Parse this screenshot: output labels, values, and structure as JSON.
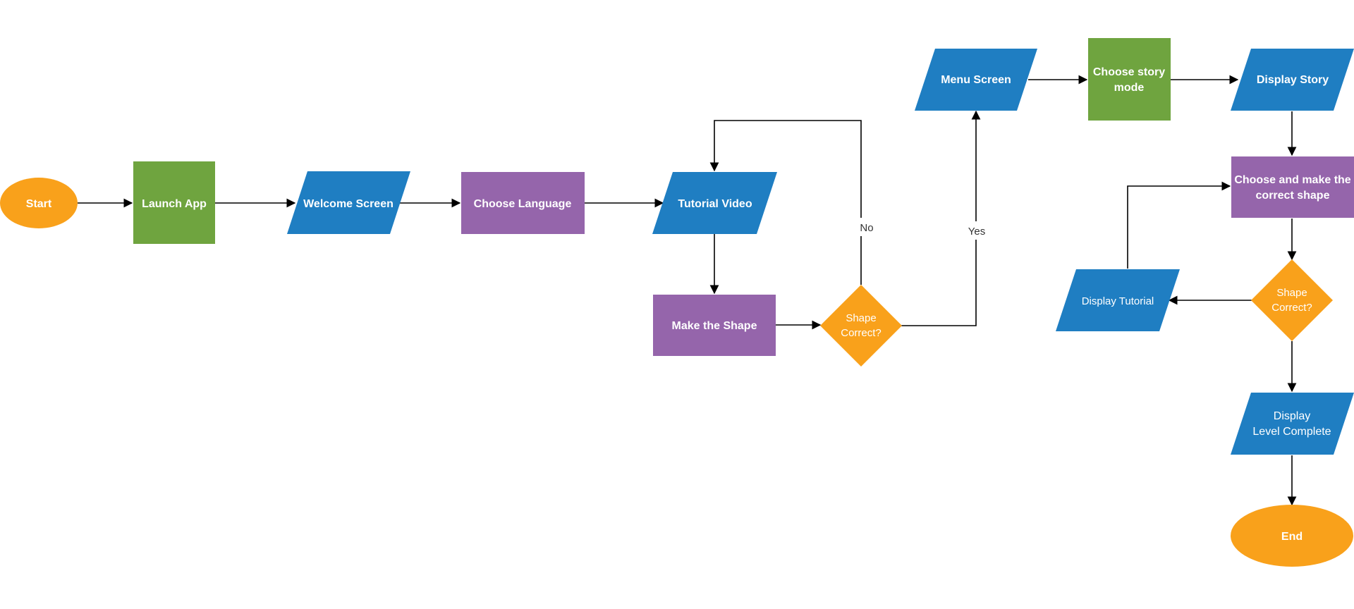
{
  "colors": {
    "terminal": "#f9a11b",
    "process": "#6fa43f",
    "io": "#1f7ec2",
    "action": "#9565ab",
    "decision": "#f9a11b",
    "line": "#000000"
  },
  "nodes": {
    "start": {
      "label": "Start",
      "shape": "ellipse",
      "color": "terminal"
    },
    "launch_app": {
      "label": "Launch App",
      "shape": "rectangle",
      "color": "process"
    },
    "welcome_screen": {
      "label": "Welcome Screen",
      "shape": "parallelogram",
      "color": "io"
    },
    "choose_language": {
      "label": "Choose Language",
      "shape": "rectangle",
      "color": "action"
    },
    "tutorial_video": {
      "label": "Tutorial Video",
      "shape": "parallelogram",
      "color": "io"
    },
    "make_shape": {
      "label": "Make the Shape",
      "shape": "rectangle",
      "color": "action"
    },
    "shape_correct_1": {
      "label_lines": [
        "Shape",
        "Correct?"
      ],
      "shape": "diamond",
      "color": "decision"
    },
    "menu_screen": {
      "label": "Menu Screen",
      "shape": "parallelogram",
      "color": "io"
    },
    "choose_story": {
      "label_lines": [
        "Choose story",
        "mode"
      ],
      "shape": "rectangle",
      "color": "process"
    },
    "display_story": {
      "label": "Display Story",
      "shape": "parallelogram",
      "color": "io"
    },
    "choose_make_correct": {
      "label_lines": [
        "Choose and make the",
        "correct shape"
      ],
      "shape": "rectangle",
      "color": "action"
    },
    "shape_correct_2": {
      "label_lines": [
        "Shape",
        "Correct?"
      ],
      "shape": "diamond",
      "color": "decision"
    },
    "display_tutorial": {
      "label": "Display Tutorial",
      "shape": "parallelogram",
      "color": "io"
    },
    "display_level_complete": {
      "label_lines": [
        "Display",
        "Level Complete"
      ],
      "shape": "parallelogram",
      "color": "io"
    },
    "end": {
      "label": "End",
      "shape": "ellipse",
      "color": "terminal"
    }
  },
  "edges": [
    {
      "from": "start",
      "to": "launch_app"
    },
    {
      "from": "launch_app",
      "to": "welcome_screen"
    },
    {
      "from": "welcome_screen",
      "to": "choose_language"
    },
    {
      "from": "choose_language",
      "to": "tutorial_video"
    },
    {
      "from": "tutorial_video",
      "to": "make_shape"
    },
    {
      "from": "make_shape",
      "to": "shape_correct_1"
    },
    {
      "from": "shape_correct_1",
      "to": "tutorial_video",
      "label": "No"
    },
    {
      "from": "shape_correct_1",
      "to": "menu_screen",
      "label": "Yes"
    },
    {
      "from": "menu_screen",
      "to": "choose_story"
    },
    {
      "from": "choose_story",
      "to": "display_story"
    },
    {
      "from": "display_story",
      "to": "choose_make_correct"
    },
    {
      "from": "choose_make_correct",
      "to": "shape_correct_2"
    },
    {
      "from": "shape_correct_2",
      "to": "display_tutorial"
    },
    {
      "from": "display_tutorial",
      "to": "choose_make_correct"
    },
    {
      "from": "shape_correct_2",
      "to": "display_level_complete"
    },
    {
      "from": "display_level_complete",
      "to": "end"
    }
  ]
}
